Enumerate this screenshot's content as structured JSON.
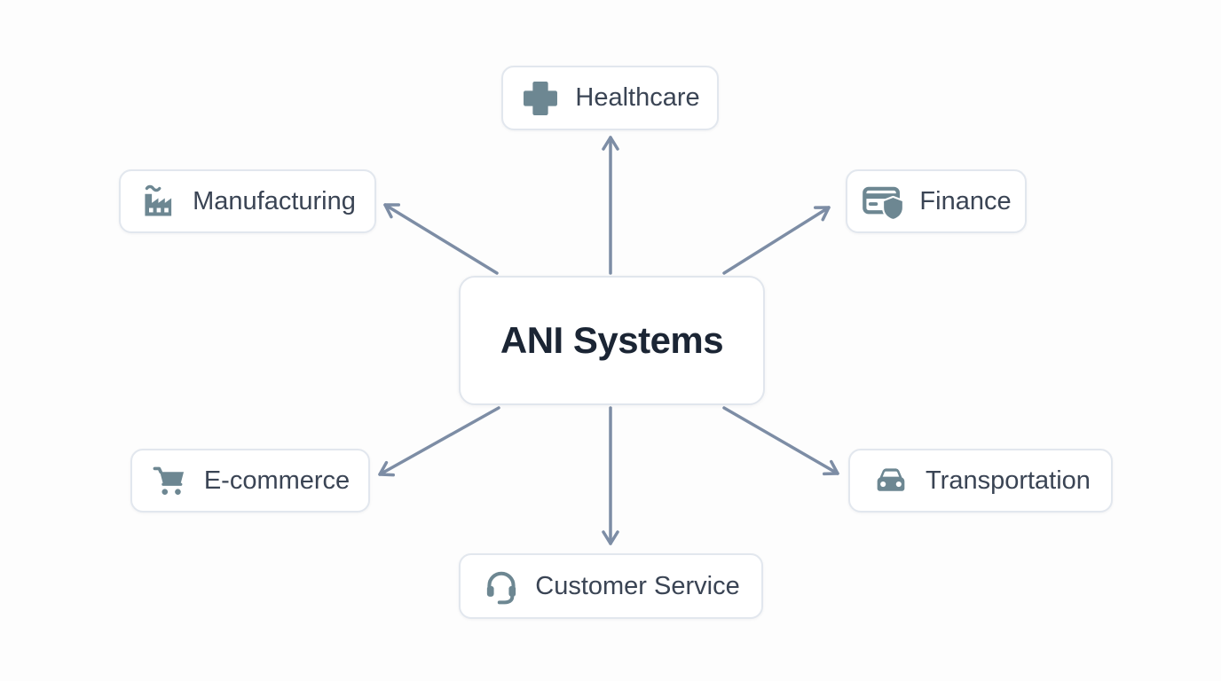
{
  "diagram": {
    "center": {
      "label": "ANI Systems"
    },
    "nodes": {
      "healthcare": {
        "label": "Healthcare",
        "icon": "medical-cross-icon"
      },
      "manufacturing": {
        "label": "Manufacturing",
        "icon": "factory-icon"
      },
      "finance": {
        "label": "Finance",
        "icon": "credit-card-shield-icon"
      },
      "ecommerce": {
        "label": "E-commerce",
        "icon": "shopping-cart-icon"
      },
      "transportation": {
        "label": "Transportation",
        "icon": "car-icon"
      },
      "customer_service": {
        "label": "Customer Service",
        "icon": "headset-icon"
      }
    },
    "connections": [
      "center->healthcare",
      "center->manufacturing",
      "center->finance",
      "center->ecommerce",
      "center->transportation",
      "center->customer_service"
    ],
    "colors": {
      "background": "#fdfdfd",
      "node_fill": "#ffffff",
      "node_border": "#e2e7ee",
      "arrow": "#7d8da5",
      "icon": "#6d8792",
      "label_text": "#3a4454",
      "center_text": "#1b2534"
    }
  }
}
